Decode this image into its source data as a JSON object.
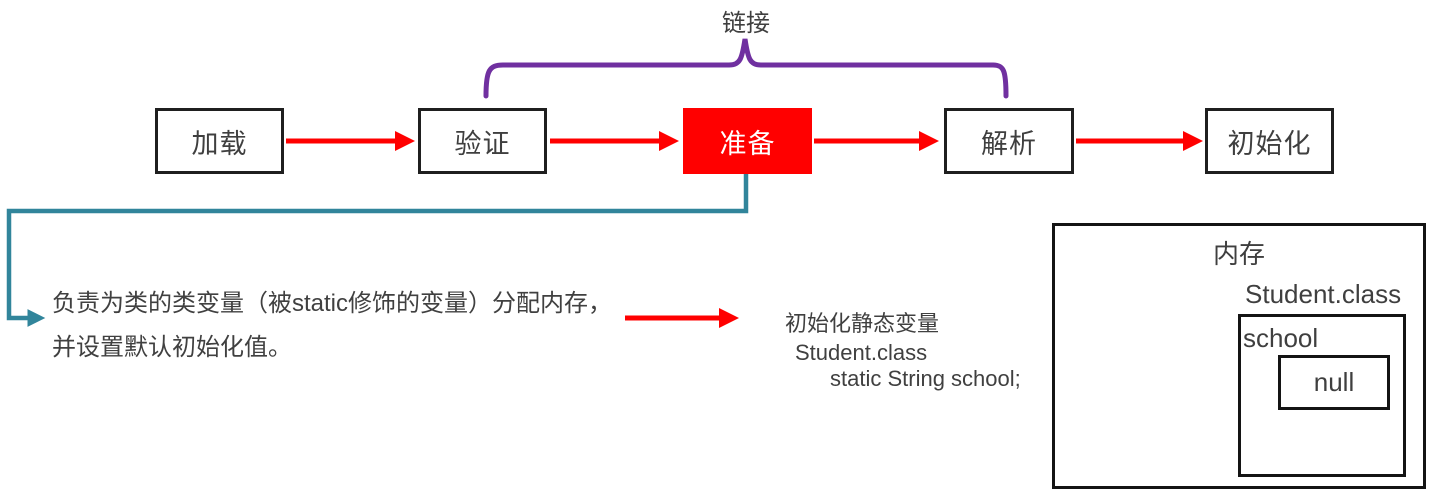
{
  "flow": {
    "link_label": "链接",
    "stages": [
      {
        "label": "加载",
        "highlighted": false
      },
      {
        "label": "验证",
        "highlighted": false
      },
      {
        "label": "准备",
        "highlighted": true
      },
      {
        "label": "解析",
        "highlighted": false
      },
      {
        "label": "初始化",
        "highlighted": false
      }
    ]
  },
  "prepare_note": {
    "line1": "负责为类的类变量（被static修饰的变量）分配内存，",
    "line2": "并设置默认初始化值。"
  },
  "static_var_note": {
    "line1": "初始化静态变量",
    "line2": "Student.class",
    "line3": "static String school;"
  },
  "memory": {
    "title": "内存",
    "class_name": "Student.class",
    "field_name": "school",
    "field_value": "null"
  },
  "colors": {
    "flow_arrow": "#FF0000",
    "highlight_box": "#FF0000",
    "highlight_text": "#FFFFFF",
    "link_brace": "#7030A0",
    "pointer_line": "#31859B",
    "text": "#404040",
    "box_border": "#1A1A1A"
  }
}
